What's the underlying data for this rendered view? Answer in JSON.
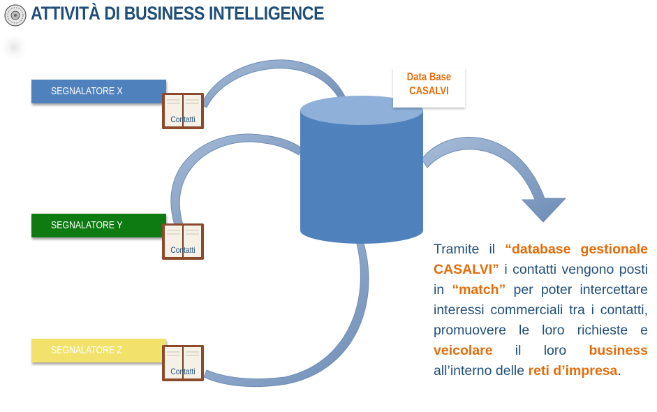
{
  "header": {
    "title": "ATTIVITÀ DI BUSINESS INTELLIGENCE",
    "logo_icon": "emblem-seal-icon"
  },
  "sources": [
    {
      "label": "SEGNALATORE X",
      "color": "#4F81BD",
      "book_label": "Contatti"
    },
    {
      "label": "SEGNALATORE Y",
      "color": "#0E7A12",
      "book_label": "Contatti"
    },
    {
      "label": "SEGNALATORE Z",
      "color": "#F2E26C",
      "book_label": "Contatti"
    }
  ],
  "database": {
    "label_line1": "Data Base",
    "label_line2": "CASALVI",
    "color": "#4F81BD"
  },
  "description": {
    "segments": [
      {
        "text": "Tramite il ",
        "highlight": false
      },
      {
        "text": "“database gestionale CASALVI”",
        "highlight": true
      },
      {
        "text": " i contatti vengono posti in ",
        "highlight": false
      },
      {
        "text": "“match”",
        "highlight": true
      },
      {
        "text": " per poter intercettare interessi commerciali tra i contatti, promuovere le loro richieste e ",
        "highlight": false
      },
      {
        "text": "veicolare",
        "highlight": true
      },
      {
        "text": " il loro ",
        "highlight": false
      },
      {
        "text": "business",
        "highlight": true
      },
      {
        "text": " all’interno delle ",
        "highlight": false
      },
      {
        "text": "reti d’impresa",
        "highlight": true
      },
      {
        "text": ".",
        "highlight": false
      }
    ]
  },
  "colors": {
    "title": "#1F4E79",
    "accent": "#E46C0A",
    "arrow": "#7F9CC0",
    "book_cover": "#8B4A2B"
  }
}
